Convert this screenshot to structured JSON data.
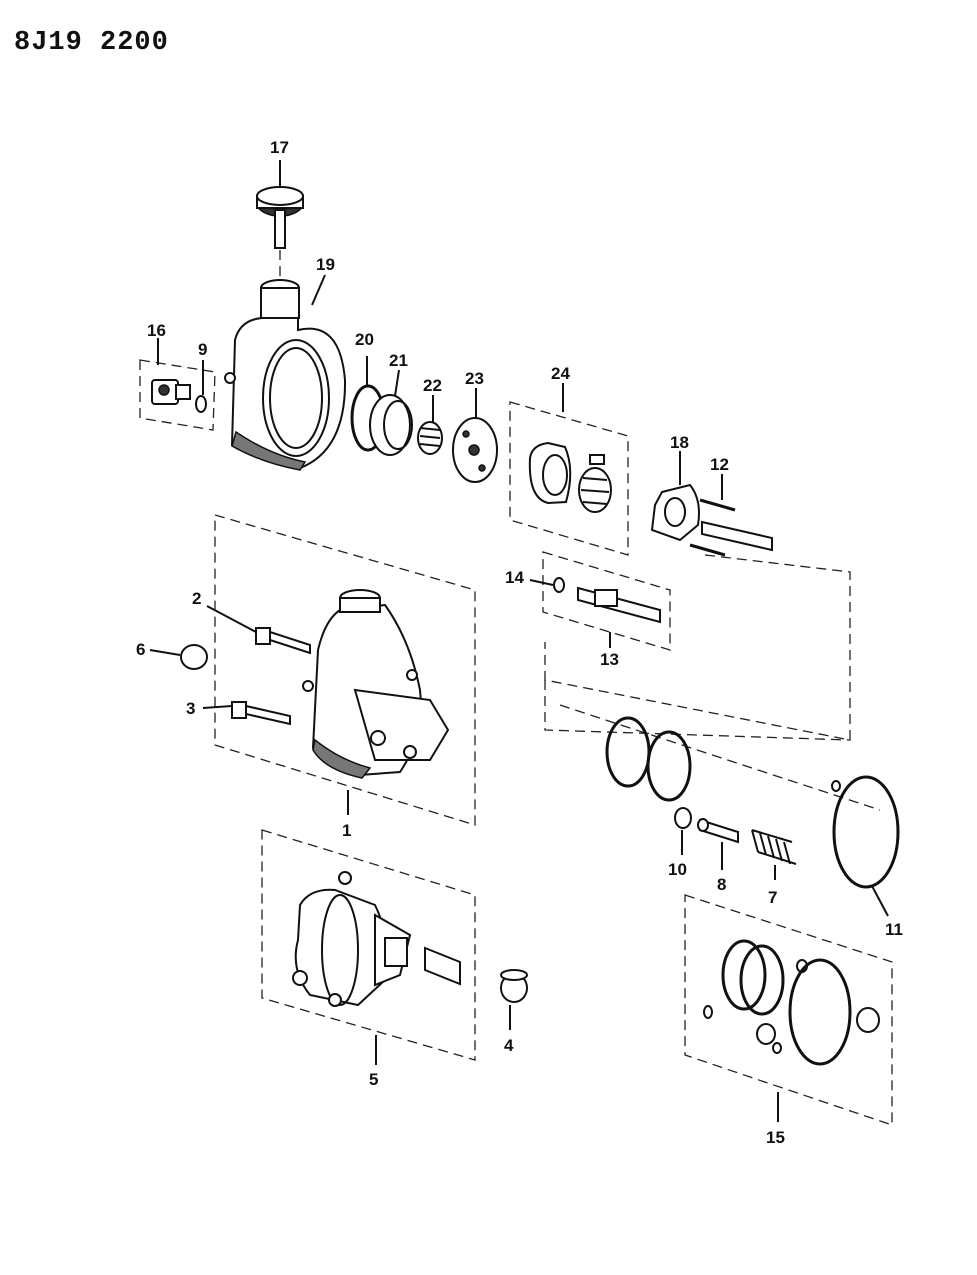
{
  "diagram": {
    "code": "8J19 2200",
    "callouts": [
      {
        "id": "c1",
        "label": "1"
      },
      {
        "id": "c2",
        "label": "2"
      },
      {
        "id": "c3",
        "label": "3"
      },
      {
        "id": "c4",
        "label": "4"
      },
      {
        "id": "c5",
        "label": "5"
      },
      {
        "id": "c6",
        "label": "6"
      },
      {
        "id": "c7",
        "label": "7"
      },
      {
        "id": "c8",
        "label": "8"
      },
      {
        "id": "c9",
        "label": "9"
      },
      {
        "id": "c10",
        "label": "10"
      },
      {
        "id": "c11",
        "label": "11"
      },
      {
        "id": "c12",
        "label": "12"
      },
      {
        "id": "c13",
        "label": "13"
      },
      {
        "id": "c14",
        "label": "14"
      },
      {
        "id": "c15",
        "label": "15"
      },
      {
        "id": "c16",
        "label": "16"
      },
      {
        "id": "c17",
        "label": "17"
      },
      {
        "id": "c18",
        "label": "18"
      },
      {
        "id": "c19",
        "label": "19"
      },
      {
        "id": "c20",
        "label": "20"
      },
      {
        "id": "c21",
        "label": "21"
      },
      {
        "id": "c22",
        "label": "22"
      },
      {
        "id": "c23",
        "label": "23"
      },
      {
        "id": "c24",
        "label": "24"
      }
    ]
  }
}
